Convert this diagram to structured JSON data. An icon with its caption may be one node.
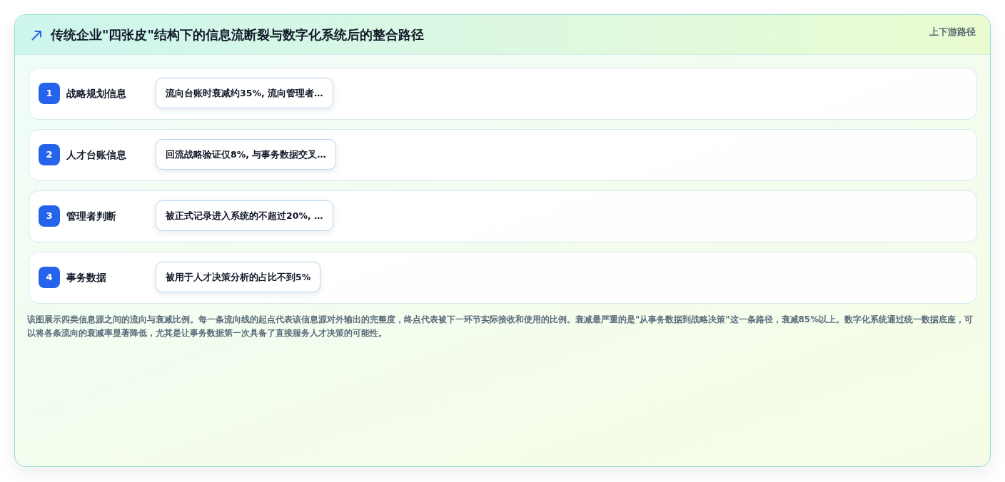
{
  "diagram": {
    "title": "传统企业\"四张皮\"结构下的信息流断裂与数字化系统后的整合路径",
    "caption": "该图展示四类信息源之间的流向与衰减比例。每一条流向线的起点代表该信息源对外输出的完整度，终点代表被下一环节实际接收和使用的比例。衰减最严重的是\"从事务数据到战略决策\"这一条路径，衰减85%以上。数字化系统通过统一数据底座，可以将各条流向的衰减率显著降低，尤其是让事务数据第一次具备了直接服务人才决策的可能性。",
    "nodes": [
      {
        "text": [
          "战略规划信息"
        ]
      },
      {
        "text": [
          "1"
        ],
        "in": 0
      },
      {
        "text": [
          "流向台账时衰减约35%, 流向管理者…"
        ],
        "in": 0
      },
      {
        "text": [
          "人才台账信息"
        ]
      },
      {
        "text": [
          "2"
        ],
        "in": 3
      },
      {
        "text": [
          "回流战略验证仅8%, 与事务数据交叉…"
        ],
        "in": 3
      },
      {
        "text": [
          "管理者判断"
        ]
      },
      {
        "text": [
          "3"
        ],
        "in": 6
      },
      {
        "text": [
          "被正式记录进入系统的不超过20%, …"
        ],
        "in": 6
      },
      {
        "text": [
          "事务数据"
        ]
      },
      {
        "text": [
          "4"
        ],
        "in": 9
      },
      {
        "text": [
          "被用于人才决策分析的占比不到5%"
        ],
        "in": 9
      }
    ],
    "labels": [
      "上下游路径"
    ]
  }
}
